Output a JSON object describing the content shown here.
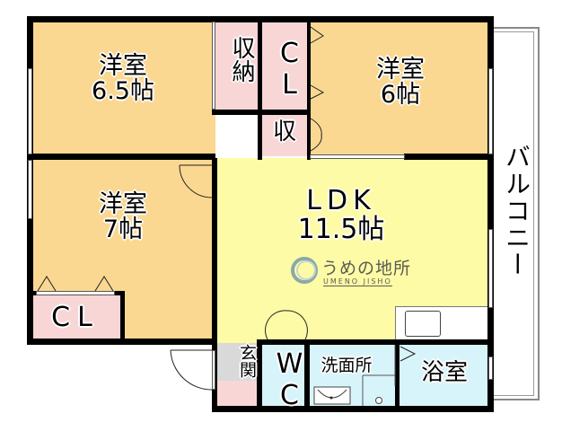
{
  "floorplan": {
    "colors": {
      "bedroom": "#fad891",
      "ldk": "#fefba6",
      "storage": "#f8d6d6",
      "wet": "#d8f4fb",
      "entry": "#d9d9d9",
      "wall": "#000000",
      "balcony": "#ffffff"
    },
    "rooms": {
      "western_6_5": {
        "name": "洋室",
        "size": "6.5帖"
      },
      "storage_a": {
        "name": "収納"
      },
      "closet_top": {
        "name": "CL"
      },
      "storage_small": {
        "name": "収"
      },
      "western_6": {
        "name": "洋室",
        "size": "6帖"
      },
      "western_7": {
        "name": "洋室",
        "size": "7帖"
      },
      "closet_bottom": {
        "name": "CL"
      },
      "ldk": {
        "name": "LDK",
        "size": "11.5帖"
      },
      "entrance": {
        "name": "玄関"
      },
      "wc": {
        "name": "WC"
      },
      "washroom": {
        "name": "洗面所"
      },
      "bathroom": {
        "name": "浴室"
      },
      "balcony": {
        "name": "バルコニー"
      }
    },
    "watermark": {
      "name": "うめの地所",
      "romaji": "UMENO JISHO"
    }
  }
}
